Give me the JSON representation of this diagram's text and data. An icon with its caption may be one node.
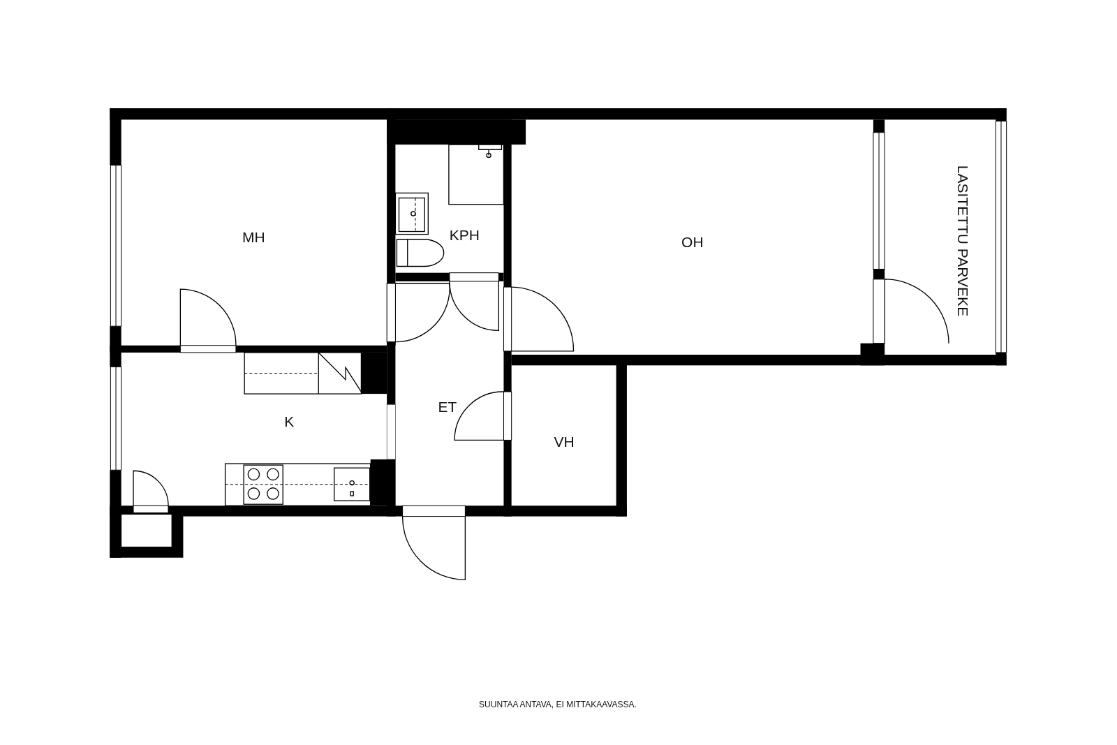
{
  "diagram": {
    "caption": "SUUNTAA ANTAVA, EI MITTAKAAVASSA.",
    "nodes": [
      {
        "text": [
          "MH"
        ]
      },
      {
        "text": [
          "KPH"
        ]
      },
      {
        "text": [
          "OH"
        ]
      },
      {
        "text": [
          "LASITETTU PARVEKE"
        ]
      },
      {
        "text": [
          "K"
        ]
      },
      {
        "text": [
          "ET"
        ]
      },
      {
        "text": [
          "VH"
        ]
      }
    ]
  }
}
